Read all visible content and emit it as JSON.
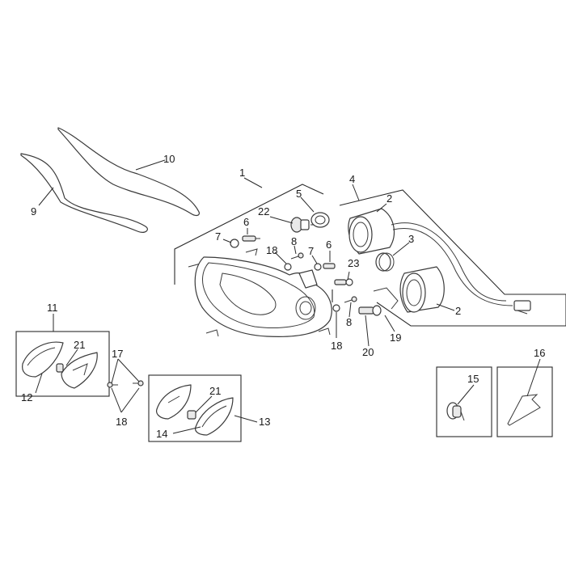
{
  "callouts": {
    "c1": "1",
    "c2a": "2",
    "c2b": "2",
    "c3": "3",
    "c4": "4",
    "c5": "5",
    "c6a": "6",
    "c6b": "6",
    "c7a": "7",
    "c7b": "7",
    "c8a": "8",
    "c8b": "8",
    "c9": "9",
    "c10": "10",
    "c11": "11",
    "c12": "12",
    "c13": "13",
    "c14": "14",
    "c15": "15",
    "c16": "16",
    "c17": "17",
    "c18a": "18",
    "c18b": "18",
    "c18c": "18",
    "c19": "19",
    "c20": "20",
    "c21a": "21",
    "c21b": "21",
    "c22": "22",
    "c23": "23"
  }
}
